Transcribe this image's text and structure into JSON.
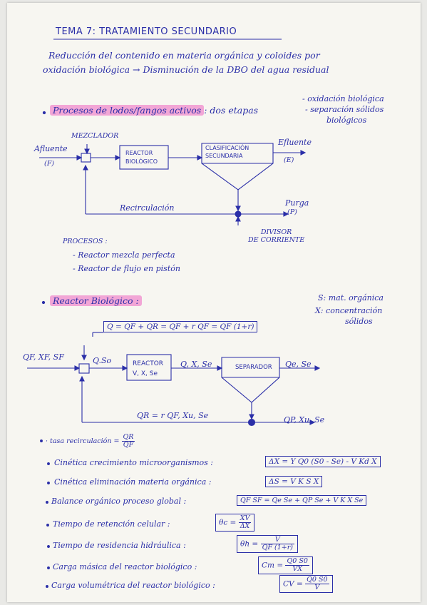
{
  "title": "TEMA 7: TRATAMIENTO SECUNDARIO",
  "intro": {
    "line1": "Reducción del contenido en materia orgánica y coloides por",
    "line2": "oxidación biológica → Disminución de la DBO del agua residual"
  },
  "processes": {
    "label": "Procesos de lodos/fangos activos",
    "suffix": ": dos etapas",
    "stage1": "- oxidación biológica",
    "stage2": "- separación sólidos",
    "stage2b": "biológicos"
  },
  "diagram1": {
    "mixer": "MEZCLADOR",
    "afluente": "Afluente",
    "afluente_sym": "(F)",
    "reactor_l1": "REACTOR",
    "reactor_l2": "BIOLÓGICO",
    "clarif_l1": "CLASIFICACIÓN",
    "clarif_l2": "SECUNDARIA",
    "efluente": "Efluente",
    "efluente_sym": "(E)",
    "recirculacion": "Recirculación",
    "purga": "Purga",
    "purga_sym": "(P)",
    "divisor_l1": "DIVISOR",
    "divisor_l2": "DE CORRIENTE"
  },
  "procesos": {
    "heading": "PROCESOS :",
    "item1": "- Reactor mezcla perfecta",
    "item2": "- Reactor de flujo en pistón"
  },
  "reactor": {
    "heading": "Reactor Biológico :",
    "legend_s": "S: mat. orgánica",
    "legend_x": "X: concentración",
    "legend_x2": "sólidos",
    "flow_eq": "Q = QF + QR = QF + r QF = QF (1+r)"
  },
  "diagram2": {
    "feed": "QF, XF, SF",
    "qso": "Q.So",
    "reactor_l1": "REACTOR",
    "reactor_l2": "V, X, Se",
    "reactor_out": "Q, X, Se",
    "separator": "SEPARADOR",
    "effluent": "Qe, Se",
    "recirc": "QR = r QF, Xu, Se",
    "purge": "QP, Xu, Se"
  },
  "eqs": {
    "tasa_label": "· tasa recirculación =",
    "tasa_num": "QR",
    "tasa_den": "QF",
    "e1_label": "Cinética crecimiento microorganismos :",
    "e1_formula": "ΔX = Y Q0 (S0 - Se) - V Kd X",
    "e2_label": "Cinética eliminación materia orgánica :",
    "e2_formula": "ΔS = V K S X",
    "e3_label": "Balance orgánico proceso global :",
    "e3_formula": "QF SF = Qe Se + QP Se + V K X Se",
    "e4_label": "Tiempo de retención celular :",
    "e4_lhs": "θc",
    "e4_num": "XV",
    "e4_den": "ΔX",
    "e5_label": "Tiempo de residencia hidráulica :",
    "e5_lhs": "θh",
    "e5_num": "V",
    "e5_den": "QF (1+r)",
    "e6_label": "Carga másica del reactor biológico :",
    "e6_lhs": "Cm",
    "e6_num": "Q0 S0",
    "e6_den": "VX",
    "e7_label": "Carga volumétrica del reactor biológico :",
    "e7_lhs": "CV",
    "e7_num": "Q0 S0",
    "e7_den": "V"
  }
}
